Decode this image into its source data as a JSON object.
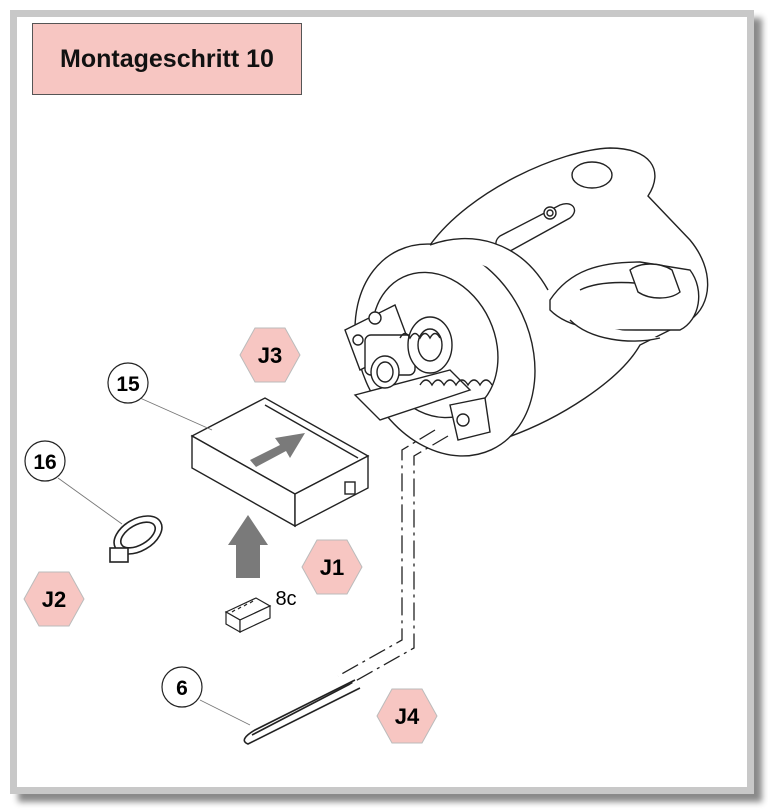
{
  "title": "Montageschritt 10",
  "hex_labels": {
    "j1": "J1",
    "j2": "J2",
    "j3": "J3",
    "j4": "J4"
  },
  "part_labels": {
    "p15": "15",
    "p16": "16",
    "p6": "6",
    "p8c": "8c"
  },
  "colors": {
    "hex_fill": "#f7c6c2",
    "title_fill": "#f7c6c2",
    "frame": "#c8c8c8"
  }
}
